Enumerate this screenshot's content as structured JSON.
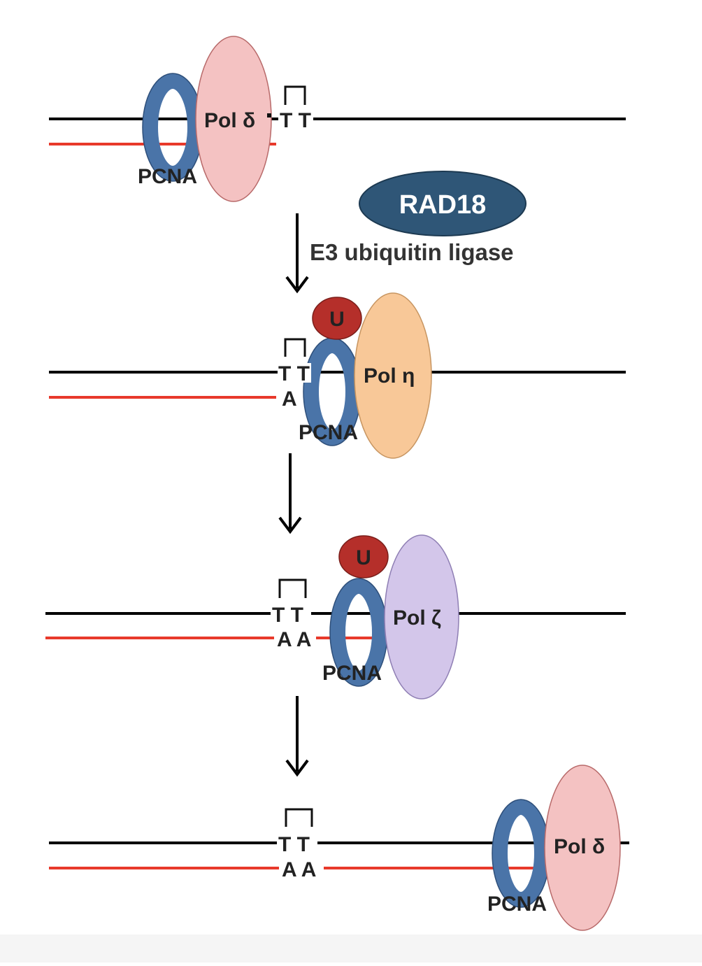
{
  "rad18": {
    "label": "RAD18"
  },
  "arrow_label": "E3 ubiquitin ligase",
  "panels": [
    {
      "pol_label": "Pol δ",
      "pcna_label": "PCNA",
      "top_bases": "T T",
      "bottom_bases": ""
    },
    {
      "pol_label": "Pol η",
      "pcna_label": "PCNA",
      "ub_label": "U",
      "top_bases": "T T",
      "bottom_bases": "A"
    },
    {
      "pol_label": "Pol ζ",
      "pcna_label": "PCNA",
      "ub_label": "U",
      "top_bases": "T T",
      "bottom_bases": "A A"
    },
    {
      "pol_label": "Pol δ",
      "pcna_label": "PCNA",
      "top_bases": "T T",
      "bottom_bases": "A A"
    }
  ],
  "colors": {
    "pcna": "#4a74a8",
    "pcna_stroke": "#2e4f7a",
    "pol_delta": "#f4c2c2",
    "pol_delta_stroke": "#b86a6a",
    "pol_eta": "#f8c898",
    "pol_eta_stroke": "#c79561",
    "pol_zeta": "#d3c6ea",
    "pol_zeta_stroke": "#8f7fb4",
    "ubiquitin": "#b52f2a",
    "rad18": "#2f5677",
    "dna_top": "#000000",
    "dna_bottom": "#e8392b"
  }
}
